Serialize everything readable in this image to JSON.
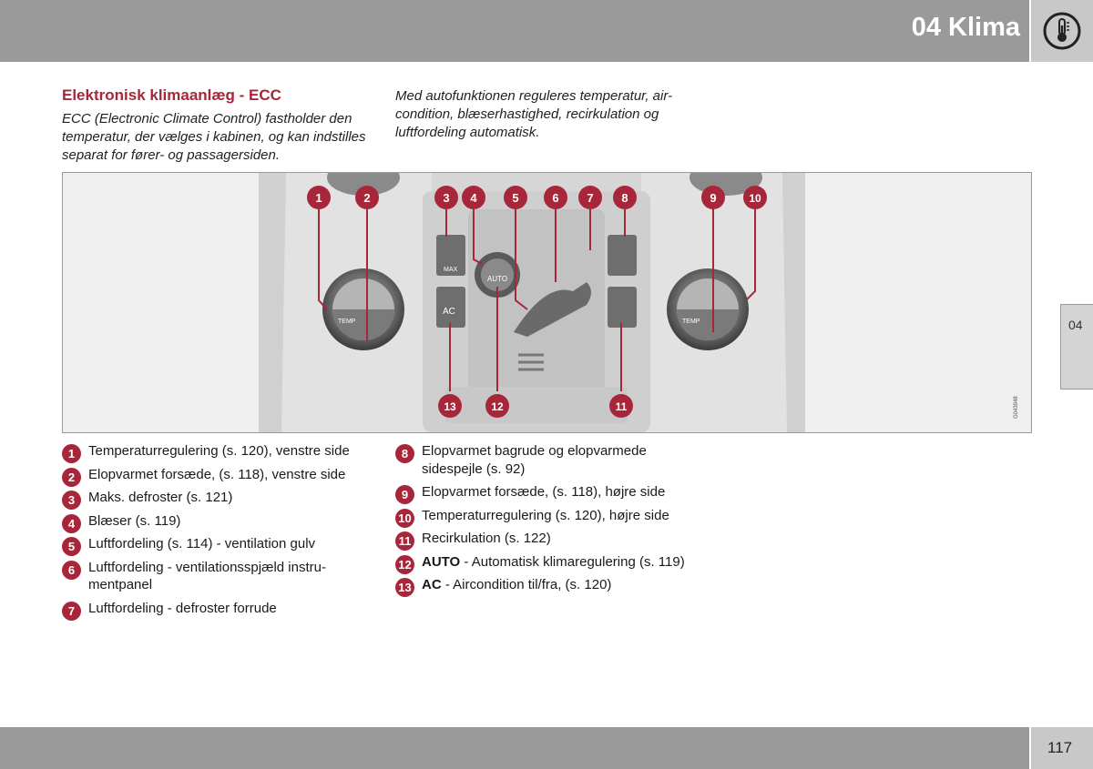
{
  "header": {
    "chapter_title": "04 Klima",
    "chapter_icon": "thermometer-icon",
    "side_tab": "04"
  },
  "footer": {
    "page_number": "117"
  },
  "section": {
    "heading": "Elektronisk klimaanlæg - ECC",
    "intro_left": "ECC (Electronic Climate Control) fastholder den temperatur, der vælges i kabinen, og kan indstilles separat for fører- og passagersiden.",
    "intro_right": "Med autofunktionen reguleres temperatur, air-condition, blæserhastighed, recirkulation og luftfordeling automatisk."
  },
  "figure": {
    "code": "G043948",
    "temp_label": "TEMP",
    "auto_label": "AUTO",
    "ac_label": "AC",
    "max_label": "MAX",
    "callouts": [
      "1",
      "2",
      "3",
      "4",
      "5",
      "6",
      "7",
      "8",
      "9",
      "10",
      "11",
      "12",
      "13"
    ]
  },
  "legend_left": [
    {
      "num": "1",
      "lead": "",
      "text": "Temperaturregulering (s. 120), venstre side"
    },
    {
      "num": "2",
      "lead": "",
      "text": "Elopvarmet forsæde, (s. 118), venstre side"
    },
    {
      "num": "3",
      "lead": "",
      "text": "Maks. defroster (s. 121)"
    },
    {
      "num": "4",
      "lead": "",
      "text": "Blæser (s. 119)"
    },
    {
      "num": "5",
      "lead": "",
      "text": "Luftfordeling (s. 114) - ventilation gulv"
    },
    {
      "num": "6",
      "lead": "",
      "text": "Luftfordeling - ventilationsspjæld instru­mentpanel"
    },
    {
      "num": "7",
      "lead": "",
      "text": "Luftfordeling - defroster forrude"
    }
  ],
  "legend_right": [
    {
      "num": "8",
      "lead": "",
      "text": "Elopvarmet bagrude og elopvarmede sidespejle (s. 92)"
    },
    {
      "num": "9",
      "lead": "",
      "text": "Elopvarmet forsæde, (s. 118), højre side"
    },
    {
      "num": "10",
      "lead": "",
      "text": "Temperaturregulering (s. 120), højre side"
    },
    {
      "num": "11",
      "lead": "",
      "text": "Recirkulation  (s. 122)"
    },
    {
      "num": "12",
      "lead": "AUTO",
      "text": " - Automatisk klimaregulering (s. 119)"
    },
    {
      "num": "13",
      "lead": "AC",
      "text": " - Aircondition til/fra, (s. 120)"
    }
  ]
}
